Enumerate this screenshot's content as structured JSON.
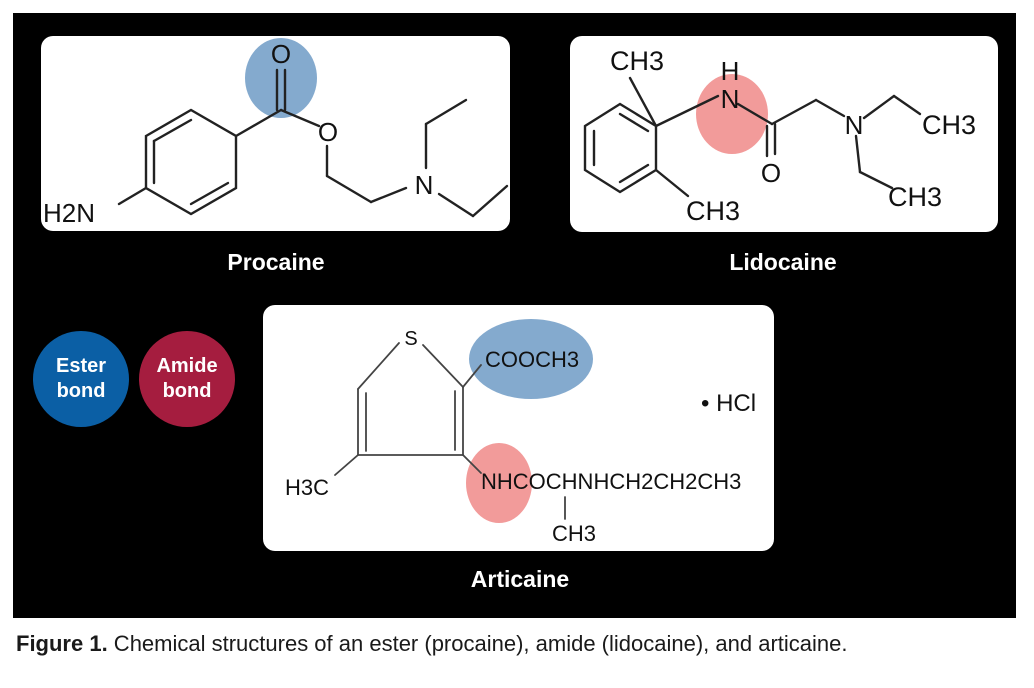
{
  "colors": {
    "ester": "#0b5fa5",
    "amide": "#a51d3f",
    "ester_highlight": "#6f9bc6",
    "amide_highlight": "#f08a88",
    "background": "#000000"
  },
  "structures": {
    "procaine": {
      "name": "Procaine",
      "atoms": {
        "o_carbonyl": "O",
        "o_ester": "O",
        "n_amine": "N",
        "amino_group": "H2N"
      }
    },
    "lidocaine": {
      "name": "Lidocaine",
      "atoms": {
        "ch3_top": "CH3",
        "h": "H",
        "n_amide": "N",
        "n_amine": "N",
        "ch3_right": "CH3",
        "o": "O",
        "ch3_bottom": "CH3",
        "ch3_lower_right": "CH3"
      }
    },
    "articaine": {
      "name": "Articaine",
      "atoms": {
        "s": "S",
        "cooch3": "COOCH3",
        "h3c": "H3C",
        "chain": "NHCOCHNHCH2CH2CH3",
        "ch3": "CH3",
        "salt": "• HCl"
      }
    }
  },
  "legend": {
    "ester": {
      "line1": "Ester",
      "line2": "bond"
    },
    "amide": {
      "line1": "Amide",
      "line2": "bond"
    }
  },
  "caption": {
    "label": "Figure 1.",
    "text": " Chemical structures of an ester (procaine), amide (lidocaine), and articaine."
  }
}
